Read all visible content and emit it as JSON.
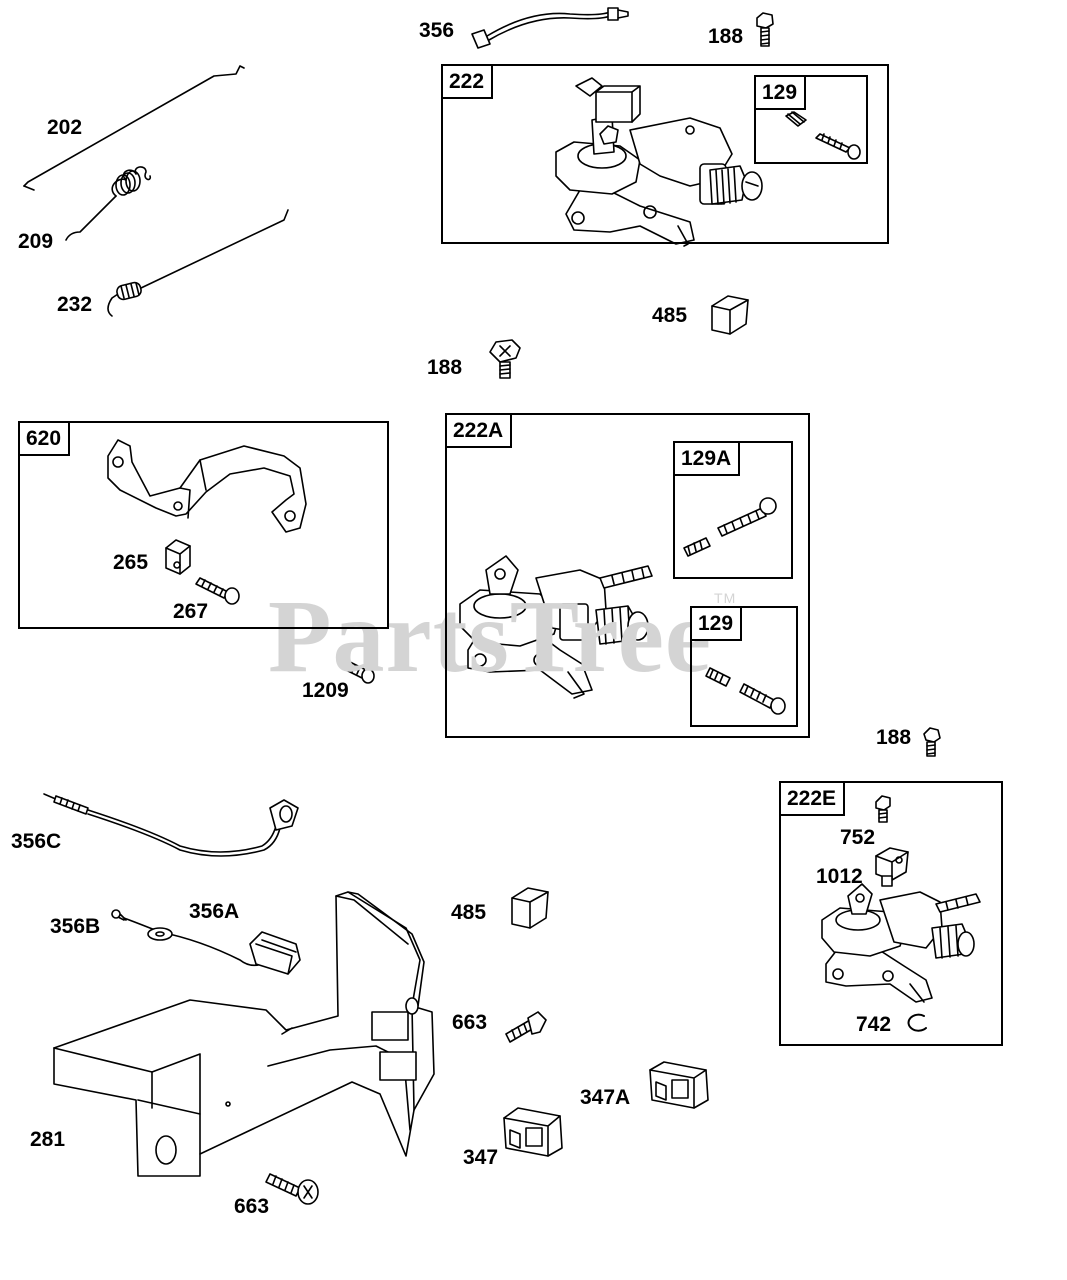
{
  "watermark": {
    "text": "PartsTree",
    "mark": "TM"
  },
  "callouts": {
    "356": "356",
    "188_top": "188",
    "202": "202",
    "209": "209",
    "232": "232",
    "485_top": "485",
    "188_mid": "188",
    "265": "265",
    "267": "267",
    "1209": "1209",
    "188_right": "188",
    "752": "752",
    "1012": "1012",
    "742": "742",
    "356C": "356C",
    "356B": "356B",
    "356A": "356A",
    "485_low": "485",
    "663_a": "663",
    "347A": "347A",
    "347": "347",
    "281": "281",
    "663_b": "663"
  },
  "boxes": {
    "222": {
      "tag": "222",
      "inner": {
        "tag": "129"
      }
    },
    "620": {
      "tag": "620"
    },
    "222A": {
      "tag": "222A",
      "inner_a": {
        "tag": "129A"
      },
      "inner_b": {
        "tag": "129"
      }
    },
    "222E": {
      "tag": "222E"
    }
  }
}
